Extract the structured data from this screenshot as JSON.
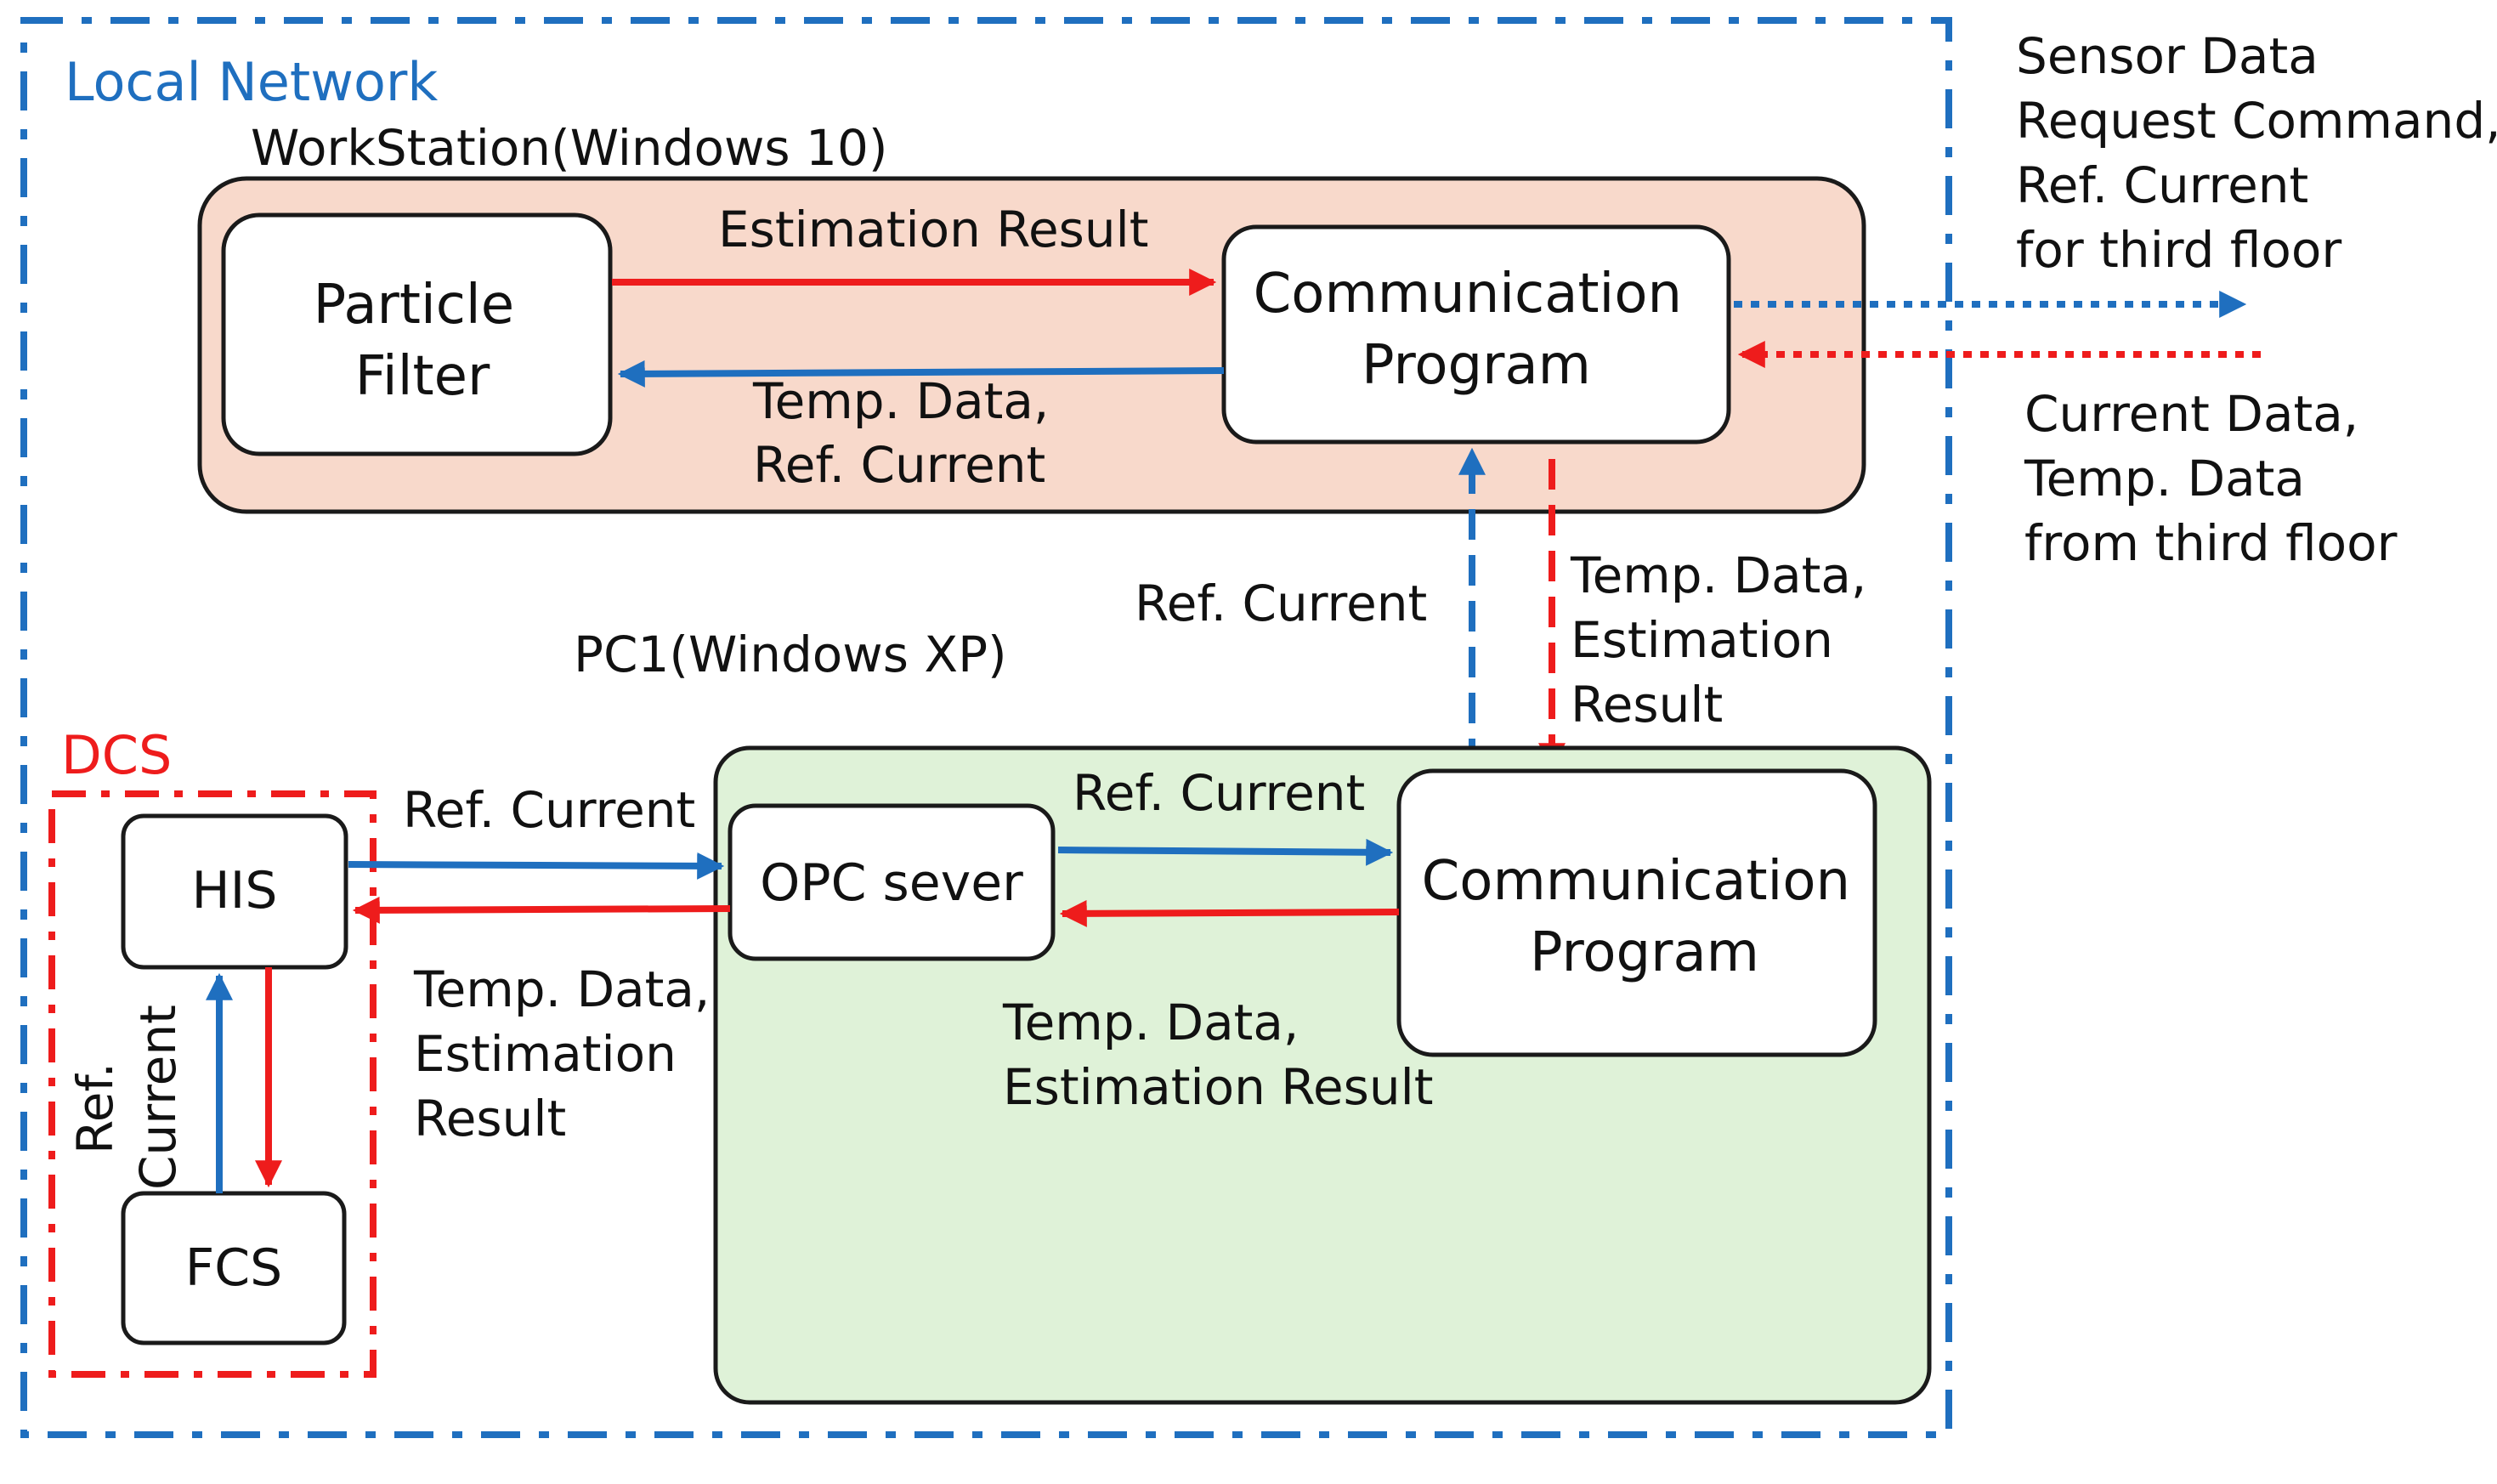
{
  "colors": {
    "blue": "#1f6fbf",
    "red": "#ee1c1c",
    "workstation_fill": "#f8d9cb",
    "pc1_fill": "#dff2d8",
    "stroke": "#1a1a1a"
  },
  "regions": {
    "local_network": "Local Network",
    "workstation": "WorkStation(Windows 10)",
    "pc1": "PC1(Windows XP)",
    "dcs": "DCS"
  },
  "nodes": {
    "particle_filter": [
      "Particle",
      "Filter"
    ],
    "ws_comm_program": [
      "Communication",
      "Program"
    ],
    "pc1_comm_program": [
      "Communication",
      "Program"
    ],
    "opc_server": "OPC sever",
    "his": "HIS",
    "fcs": "FCS"
  },
  "edge_labels": {
    "estimation_result": "Estimation Result",
    "temp_ref_ws": [
      "Temp. Data,",
      "Ref. Current"
    ],
    "ref_current_up": "Ref. Current",
    "temp_est_down": [
      "Temp. Data,",
      "Estimation",
      "Result"
    ],
    "ref_current_pc1": "Ref. Current",
    "temp_est_pc1": [
      "Temp. Data,",
      "Estimation Result"
    ],
    "ref_current_his": "Ref. Current",
    "temp_est_his": [
      "Temp. Data,",
      "Estimation",
      "Result"
    ],
    "ref_current_vertical": [
      "Ref.",
      "Current"
    ],
    "external_out": [
      "Sensor Data",
      "Request Command,",
      "Ref. Current",
      "for third floor"
    ],
    "external_in": [
      "Current Data,",
      "Temp. Data",
      "from third floor"
    ]
  }
}
